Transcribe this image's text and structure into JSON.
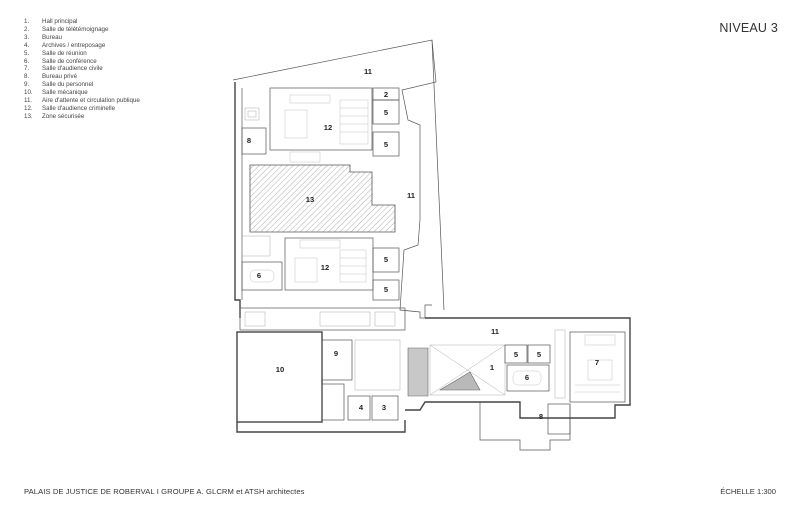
{
  "header": {
    "title": "NIVEAU 3"
  },
  "legend": {
    "items": [
      {
        "num": "1.",
        "label": "Hall principal"
      },
      {
        "num": "2.",
        "label": "Salle de télétémoignage"
      },
      {
        "num": "3.",
        "label": "Bureau"
      },
      {
        "num": "4.",
        "label": "Archives / entreposage"
      },
      {
        "num": "5.",
        "label": "Salle de réunion"
      },
      {
        "num": "6.",
        "label": "Salle de conférence"
      },
      {
        "num": "7.",
        "label": "Salle d'audience civile"
      },
      {
        "num": "8.",
        "label": "Bureau privé"
      },
      {
        "num": "9.",
        "label": "Salle du personnel"
      },
      {
        "num": "10.",
        "label": "Salle mécanique"
      },
      {
        "num": "11.",
        "label": "Aire d'attente et circulation publique"
      },
      {
        "num": "12.",
        "label": "Salle d'audience criminelle"
      },
      {
        "num": "13.",
        "label": "Zone sécurisée"
      }
    ]
  },
  "plan": {
    "room_labels": [
      "11",
      "2",
      "5",
      "12",
      "8",
      "5",
      "13",
      "11",
      "6",
      "12",
      "5",
      "5",
      "11",
      "10",
      "9",
      "5",
      "5",
      "1",
      "6",
      "7",
      "4",
      "3",
      "8"
    ]
  },
  "footer": {
    "project": "PALAIS DE JUSTICE DE ROBERVAL I GROUPE A. GLCRM et ATSH architectes",
    "scale": "ÉCHELLE 1:300"
  },
  "colors": {
    "wall": "#555555",
    "hatch": "#777777",
    "text": "#333333"
  }
}
